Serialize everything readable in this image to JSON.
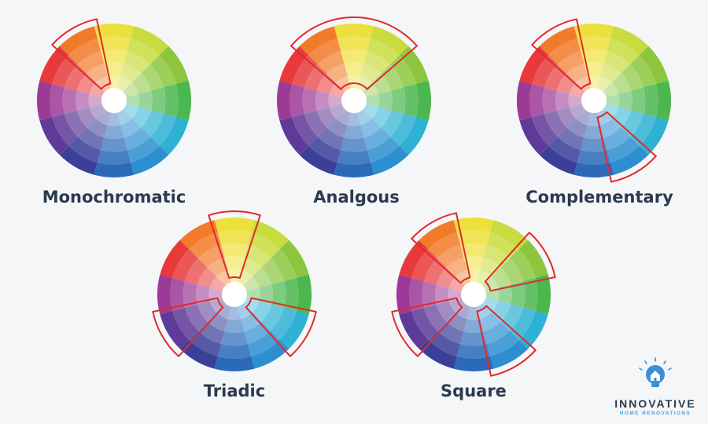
{
  "wheel_colors": [
    "#eee03c",
    "#c8dc3f",
    "#8cc63f",
    "#4cb74f",
    "#2fb1d4",
    "#2e8fd0",
    "#2a6ab9",
    "#3b3f98",
    "#5e3b98",
    "#9c3b97",
    "#e83a3a",
    "#f27b2a",
    "#f9a825"
  ],
  "highlight_color": "#e02a2a",
  "schemes": [
    {
      "label": "Monochromatic",
      "highlight_segments": [
        11
      ]
    },
    {
      "label": "Analgous",
      "highlight_segments": [
        11,
        0,
        1
      ]
    },
    {
      "label": "Complementary",
      "highlight_segments": [
        11,
        5
      ]
    },
    {
      "label": "Triadic",
      "highlight_segments": [
        0,
        4,
        8
      ]
    },
    {
      "label": "Square",
      "highlight_segments": [
        11,
        2,
        5,
        8
      ]
    }
  ],
  "logo": {
    "name": "INNOVATIVE",
    "tagline": "HOME RENOVATIONS",
    "icon": "lightbulb-house-icon",
    "colors": {
      "primary": "#3a8fd6",
      "text": "#2b3a4e"
    }
  }
}
